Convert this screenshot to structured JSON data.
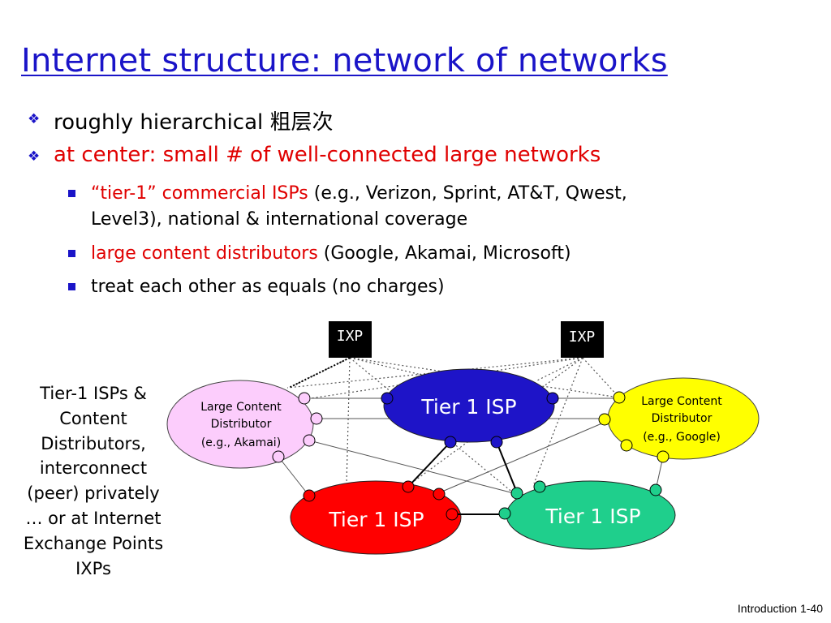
{
  "title": "Internet structure: network of networks",
  "bullets": [
    {
      "text": "roughly hierarchical",
      "cjk": "粗层次"
    },
    {
      "text": "at center: small # of well-connected large networks"
    }
  ],
  "sub_bullets": [
    {
      "red": "“tier-1” commercial ISPs",
      "rest": " (e.g., Verizon, Sprint, AT&T, Qwest,",
      "line2": "Level3), national & international coverage"
    },
    {
      "red": "large content distributors",
      "rest": " (Google, Akamai, Microsoft)"
    },
    {
      "red": "",
      "rest": "treat each other as equals (no charges)"
    }
  ],
  "diagram": {
    "ixp_left": "IXP",
    "ixp_right": "IXP",
    "tier1_top": "Tier 1 ISP",
    "tier1_left": "Tier 1 ISP",
    "tier1_right": "Tier 1 ISP",
    "lcd_left": [
      "Large Content",
      "Distributor",
      "(e.g., Akamai)"
    ],
    "lcd_right": [
      "Large Content",
      "Distributor",
      "(e.g., Google)"
    ],
    "colors": {
      "tier1_top": "#1e14c8",
      "tier1_left": "#ff0000",
      "tier1_right": "#1fcf8c",
      "lcd_left": "#fccdfc",
      "lcd_right": "#ffff00"
    }
  },
  "side_text": [
    "Tier-1 ISPs &",
    "Content",
    "Distributors,",
    "interconnect",
    "(peer) privately",
    "… or at Internet",
    "Exchange Points",
    "IXPs"
  ],
  "footer": "Introduction 1-40"
}
